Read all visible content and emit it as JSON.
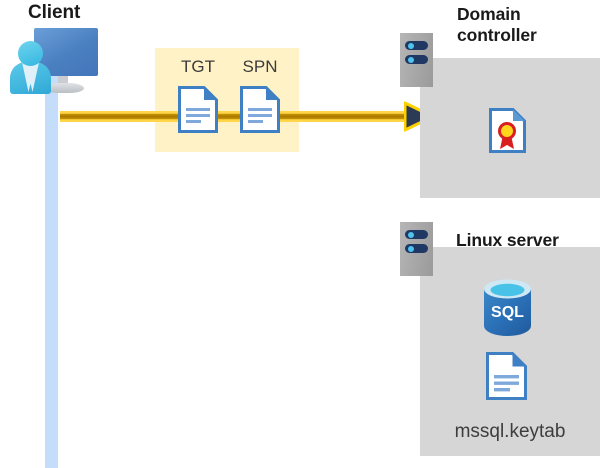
{
  "diagram": {
    "title_client": "Client",
    "title_domain_controller": "Domain controller",
    "title_linux_server": "Linux server",
    "nodes": {
      "client": {
        "label": "Client",
        "icon": "client-computer-user-icon"
      },
      "domain_controller": {
        "label": "Domain controller",
        "icon": "server-rack-icon",
        "contents": [
          {
            "icon": "certificate-document-icon",
            "label": ""
          }
        ]
      },
      "linux_server": {
        "label": "Linux server",
        "icon": "server-rack-icon",
        "contents": [
          {
            "icon": "sql-database-icon",
            "label": "SQL"
          },
          {
            "icon": "keytab-document-icon",
            "label": "mssql.keytab"
          }
        ]
      }
    },
    "highlight": {
      "name": "ticket-exchange-highlight",
      "color": "#FFF2C6",
      "items": [
        {
          "label": "TGT",
          "icon": "document-icon"
        },
        {
          "label": "SPN",
          "icon": "document-icon"
        }
      ]
    },
    "flow": {
      "name": "client-to-domain-controller-arrow",
      "color": "#FFD64A",
      "direction": "right",
      "from": "Client",
      "to": "Domain controller"
    },
    "labels": {
      "sql_text": "SQL",
      "keytab_file": "mssql.keytab"
    },
    "colors": {
      "highlight_fill": "#FFF2C6",
      "arrow_yellow": "#FFD64A",
      "arrow_core": "#A87800",
      "panel_gray": "#D6D6D6",
      "lifeline_blue": "#C3DDFB",
      "doc_blue": "#3F80C4",
      "rack_navy": "#1F3864",
      "sql_blue": "#2A6EB5",
      "seal_red": "#D81E1E",
      "seal_yellow": "#FFD51E"
    }
  }
}
